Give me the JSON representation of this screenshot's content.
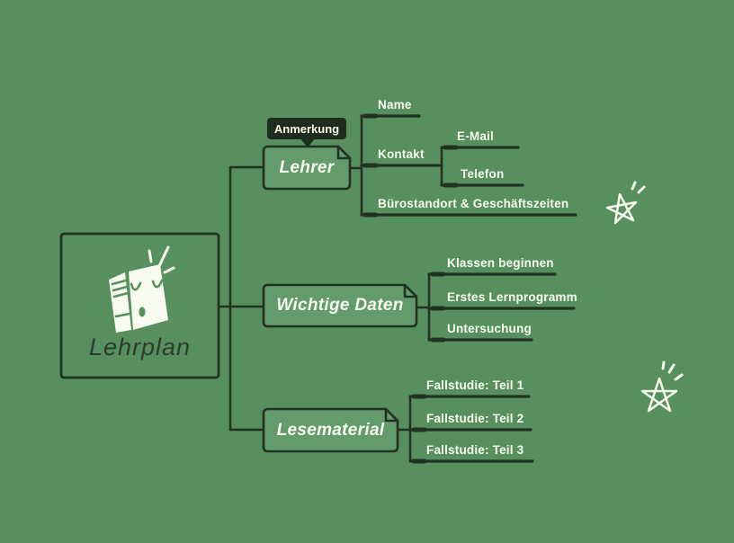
{
  "app": {
    "type": "mind-map-canvas",
    "language": "de"
  },
  "palette": {
    "background": "#57905e",
    "node_fill": "#649b6d",
    "stroke": "#233120",
    "text_light": "#f7fcef",
    "text_dark": "#2c3b2b",
    "tag_bg": "#1f2d1d"
  },
  "root": {
    "label": "Lehrplan",
    "icon": "book-doodle-icon"
  },
  "note_tag": {
    "label": "Anmerkung"
  },
  "branches": [
    {
      "label": "Lehrer",
      "children": [
        {
          "label": "Name"
        },
        {
          "label": "Kontakt",
          "children": [
            {
              "label": "E-Mail"
            },
            {
              "label": "Telefon"
            }
          ]
        },
        {
          "label": "Bürostandort & Geschäftszeiten"
        }
      ]
    },
    {
      "label": "Wichtige Daten",
      "children": [
        {
          "label": "Klassen beginnen"
        },
        {
          "label": "Erstes Lernprogramm"
        },
        {
          "label": "Untersuchung"
        }
      ]
    },
    {
      "label": "Lesematerial",
      "children": [
        {
          "label": "Fallstudie: Teil 1"
        },
        {
          "label": "Fallstudie: Teil 2"
        },
        {
          "label": "Fallstudie: Teil 3"
        }
      ]
    }
  ],
  "decorations": {
    "stars": [
      "star-doodle-icon",
      "star-doodle-icon"
    ]
  }
}
